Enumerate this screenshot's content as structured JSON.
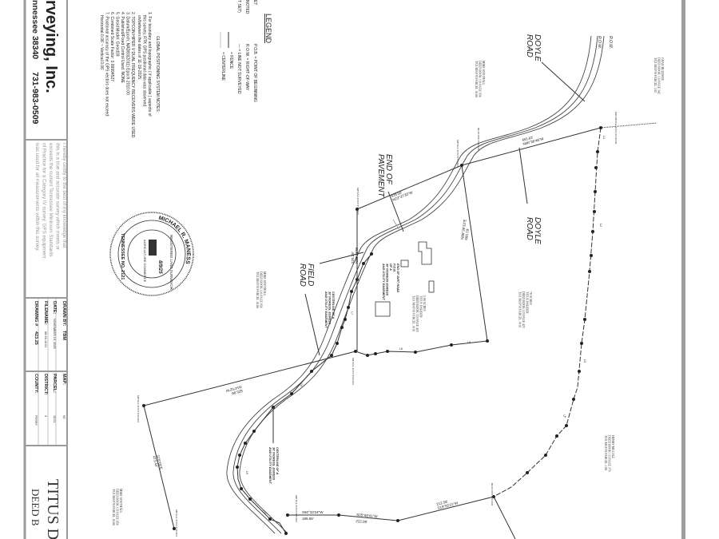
{
  "title_block": {
    "company": "rveying, Inc.",
    "address": "nnessee  38340",
    "phone": "731-983-0509",
    "certification": [
      "I hereby certify to the best of my knowledge that",
      "this is a true and accurate survey which meets or",
      "exceeds the current Tennessee Minimum Standards",
      "of Practice for a Category IV survey. GPS equipment",
      "was used for all measurements within this survey."
    ],
    "drawn_by_label": "DRAWN BY:",
    "drawn_by": "TBM",
    "date_label": "DATE:",
    "date": "NOVEMBER 19, 2025",
    "filename_label": "FILENAME:",
    "filename": "68-93-10.01",
    "drawing_label": "DRAWING #",
    "drawing": "423.25",
    "map_label": "MAP:",
    "map": "93",
    "parcel_label": "PARCEL:",
    "parcel": "10.01",
    "district_label": "DISTRICT:",
    "district": "3",
    "county_label": "COUNTY:",
    "county": "PERRY",
    "project_title": "TITUS DU",
    "project_sub": "DEED B"
  },
  "seal": {
    "name": "MICHAEL R. MANESS",
    "role": "REGISTERED LAND SURVEYOR",
    "state": "TENNESSEE NO. 2121",
    "center": "AGRICULTURE COMMERCE",
    "signature": "8/9/25"
  },
  "legend": {
    "title": "LEGEND",
    "fragments": [
      "ET",
      "NOTED",
      "T SET)"
    ],
    "items": [
      "P.O.B. = POINT OF BEGINNING",
      "R.O.W. = RIGHT-OF-WAY",
      "--- = LINE NOT SURVEYED",
      "= FENCE",
      "= CENTERLINE"
    ]
  },
  "gps_notes": {
    "title": "GLOBAL POSITIONING SYSTEM NOTES:",
    "lines": [
      "1. For boundary and topographic ( if applicable ) aspects of",
      "this survey, RTK GPS positional data was observed",
      "on/between the dates of 11-19-2025.",
      "2. TOPCON HIPER V DUAL FREQUENCY RECEIVERS WERE USED.",
      "3. Datum/Epoch: NAD83(2011) Epoch 2010.00",
      "4. Published/Fixed Control Used: NONE",
      "5. Geoid Model: Geoid18",
      "6. Combined Scale Factor: 0.99994527",
      "7. Positional accuracy of the GPS vectors does not exceed:",
      "Horizontal 0.06' ~ Vertical 0.06'"
    ]
  },
  "map": {
    "roads": {
      "doyle": [
        "DOYLE",
        "ROAD"
      ],
      "field": [
        "FIELD",
        "ROAD"
      ],
      "pavement": [
        "END OF",
        "PAVEMENT"
      ],
      "row": "R.O.W."
    },
    "owners": {
      "southall": [
        "MIKE SOUTHALL",
        "DEED BOOK 119 PAGE 954",
        "TAX MAP 93 PARCEL 10.00"
      ],
      "bledsoe": [
        "CHAD BLEDSOE",
        "DEED BOOK 133 PAGE 342",
        "TAX MAP 93 PARCEL 1.02"
      ],
      "mccall": [
        "HENRY MCCALL",
        "DEED BOOK 113 PAGE 379",
        "TAX MAP 93 PARCEL 1.00"
      ],
      "durden78": [
        "78 ACRES",
        "TITUS DURDEN",
        "DEED BOOK 123 PAGE 423",
        "TAX MAP 93 PARCEL 10.01"
      ],
      "durden5": [
        "5.00 ACRES",
        "TITUS DURDEN",
        "DEED BOOK 123 PAGE 423",
        "TAX MAP 93 PARCEL 10.01"
      ]
    },
    "monuments": {
      "metal_post": "METAL POST FOUND",
      "iron_pin": "IRON PIN FOUND",
      "pib": "PIB METAL POST FOUND"
    },
    "easement": [
      "CENTERLINE OF A",
      "30' INGRESS, EGRESS",
      "AND UTILITY EASEMENT"
    ],
    "end_dirt_road": [
      "END OF DIRT ROAD",
      "P.O.B.",
      "OF A",
      "30' INGRESS EGRESS",
      "AND UTILITY EASEMENT"
    ],
    "bearings": {
      "b1": "N23°37'30\"W",
      "d1": "429.56'",
      "b2": "N06°36'48\"W",
      "d2": "455.62'",
      "b3": "N86°39'33\"E",
      "d3": "660.19'",
      "b4": "N86°46'W",
      "d4": "529.29'",
      "b5": "N14°02'W",
      "d5": "825.86'",
      "b6": "S76°00'E",
      "d6": "473.44'",
      "b7": "S50°33'24\"W",
      "d7": "189.56'",
      "b8": "S05°58'41\"W",
      "d8": "222.95'",
      "b9": "S18°55'21\"W",
      "d9": "212.58'"
    },
    "line_labels": [
      "L1",
      "L2",
      "L3",
      "L4",
      "L5",
      "L6",
      "L7",
      "L8",
      "L9",
      "L10"
    ]
  }
}
